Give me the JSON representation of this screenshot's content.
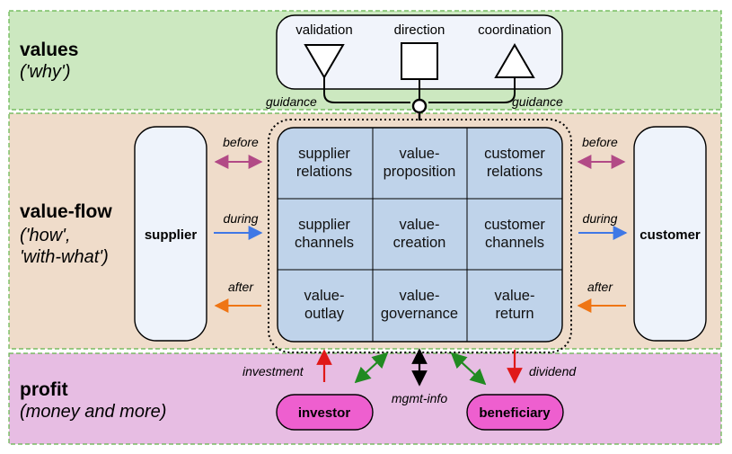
{
  "bands": {
    "values": {
      "title": "values",
      "subtitle": "('why')"
    },
    "valueflow": {
      "title": "value-flow",
      "subtitle_1": "('how',",
      "subtitle_2": "'with-what')"
    },
    "profit": {
      "title": "profit",
      "subtitle": "(money and more)"
    }
  },
  "values_panel": {
    "validation": "validation",
    "direction": "direction",
    "coordination": "coordination",
    "guidance_left": "guidance",
    "guidance_right": "guidance"
  },
  "actors": {
    "supplier": "supplier",
    "customer": "customer",
    "investor": "investor",
    "beneficiary": "beneficiary"
  },
  "flows": {
    "before": "before",
    "during": "during",
    "after": "after",
    "investment": "investment",
    "mgmt_info": "mgmt-info",
    "dividend": "dividend"
  },
  "grid": {
    "rows": [
      [
        [
          "supplier",
          "relations"
        ],
        [
          "value-",
          "proposition"
        ],
        [
          "customer",
          "relations"
        ]
      ],
      [
        [
          "supplier",
          "channels"
        ],
        [
          "value-",
          "creation"
        ],
        [
          "customer",
          "channels"
        ]
      ],
      [
        [
          "value-",
          "outlay"
        ],
        [
          "value-",
          "governance"
        ],
        [
          "value-",
          "return"
        ]
      ]
    ]
  },
  "colors": {
    "values_band": "#cce8c0",
    "valueflow_band": "#efdcca",
    "profit_band": "#e7bde3",
    "band_border": "#62b34a",
    "grid_fill": "#bfd3ea",
    "actor_fill": "#eef3fb",
    "pill_fill": "#ee5fcf",
    "before_arrow": "#b24a86",
    "during_arrow": "#3f78e6",
    "after_arrow": "#ef7514",
    "investment_arrow": "#e01818",
    "green_arrow": "#218a21",
    "black_arrow": "#000000"
  }
}
